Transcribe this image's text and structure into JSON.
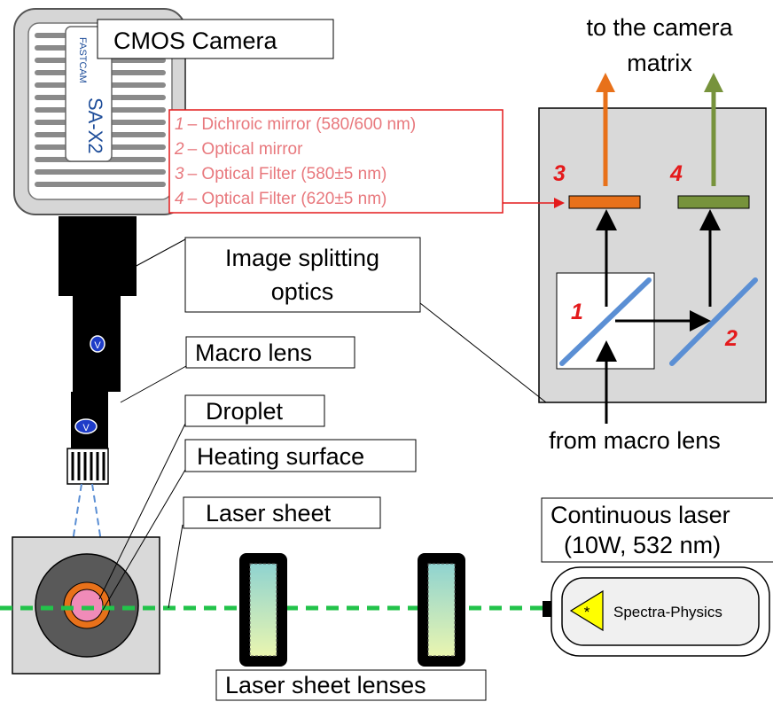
{
  "labels": {
    "camera": "CMOS Camera",
    "splitter_line1": "Image splitting",
    "splitter_line2": "optics",
    "macro_lens": "Macro lens",
    "droplet": "Droplet",
    "heating_surface": "Heating surface",
    "laser_sheet": "Laser sheet",
    "laser_sheet_lenses": "Laser sheet lenses",
    "laser_line1": "Continuous laser",
    "laser_line2": "(10W, 532 nm)",
    "to_camera_line1": "to the camera",
    "to_camera_line2": "matrix",
    "from_macro": "from macro lens"
  },
  "camera_brand": {
    "maker": "FASTCAM",
    "model": "SA-X2"
  },
  "laser_brand": "Spectra-Physics",
  "lens_marker": "V",
  "legend": [
    {
      "num": "1",
      "text": "– Dichroic mirror (580/600 nm)"
    },
    {
      "num": "2",
      "text": "– Optical mirror"
    },
    {
      "num": "3",
      "text": "– Optical Filter (580±5 nm)"
    },
    {
      "num": "4",
      "text": "– Optical Filter (620±5 nm)"
    }
  ],
  "component_numbers": [
    "1",
    "2",
    "3",
    "4"
  ],
  "colors": {
    "orange": "#e8711a",
    "green": "#77933c",
    "laser_green": "#22c34a",
    "mirror_blue": "#5b8fd4",
    "legend_red": "#e41a1c",
    "panel_gray": "#d9d9d9"
  }
}
